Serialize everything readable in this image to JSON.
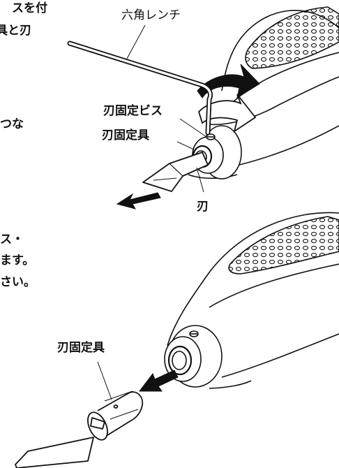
{
  "left_text": {
    "line1": "スを付",
    "line2": "具と刃",
    "line3": "つな",
    "line4": "ス・",
    "line5": "ます。",
    "line6": "さい。"
  },
  "labels": {
    "hex_wrench": "六角レンチ",
    "blade_fixing_screw": "刃固定ビス",
    "blade_fixture_top": "刃固定具",
    "blade": "刃",
    "blade_fixture_bottom": "刃固定具"
  }
}
